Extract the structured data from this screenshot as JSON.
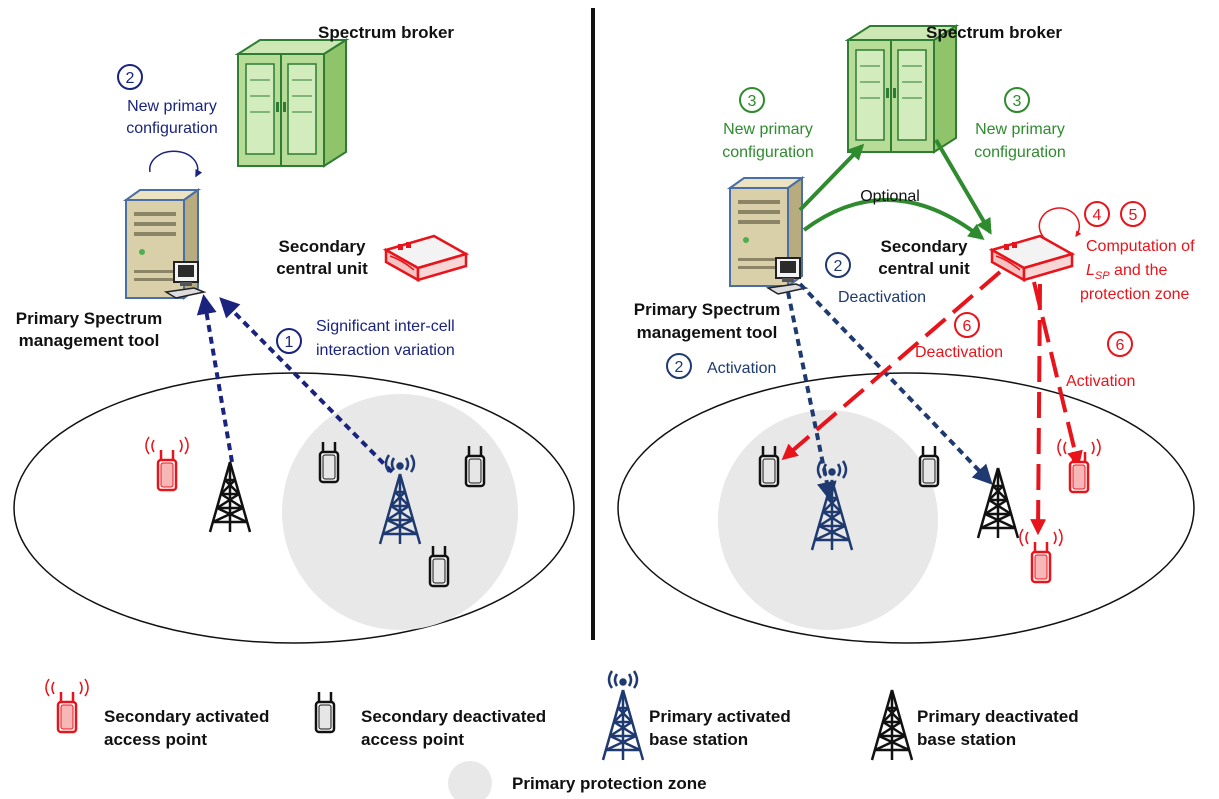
{
  "colors": {
    "navy": "#1a237e",
    "darkblue": "#1f3a70",
    "green": "#2e8b2e",
    "red": "#e8141b",
    "black": "#111111",
    "zone": "#e8e8e8"
  },
  "left": {
    "broker_label": "Spectrum broker",
    "step2_num": "2",
    "step2_line1": "New primary",
    "step2_line2": "configuration",
    "secondary_unit_line1": "Secondary",
    "secondary_unit_line2": "central unit",
    "pst_line1": "Primary Spectrum",
    "pst_line2": "management tool",
    "step1_num": "1",
    "step1_line1": "Significant inter-cell",
    "step1_line2": "interaction variation"
  },
  "right": {
    "broker_label": "Spectrum broker",
    "step3a_num": "3",
    "step3a_line1": "New primary",
    "step3a_line2": "configuration",
    "step3b_num": "3",
    "step3b_line1": "New primary",
    "step3b_line2": "configuration",
    "optional_label": "Optional",
    "secondary_unit_line1": "Secondary",
    "secondary_unit_line2": "central unit",
    "step4_num": "4",
    "step5_num": "5",
    "computation_line1": "Computation of",
    "computation_lsp": "L",
    "computation_lsp_sub": "SP",
    "computation_line2_rest": " and the",
    "computation_line3": "protection zone",
    "step2a_num": "2",
    "step2a_label": "Deactivation",
    "pst_line1": "Primary Spectrum",
    "pst_line2": "management tool",
    "step2b_num": "2",
    "step2b_label": "Activation",
    "step6a_num": "6",
    "step6a_label": "Deactivation",
    "step6b_num": "6",
    "step6b_label": "Activation"
  },
  "legend": {
    "sec_activated_line1": "Secondary activated",
    "sec_activated_line2": "access point",
    "sec_deactivated_line1": "Secondary deactivated",
    "sec_deactivated_line2": "access point",
    "prim_activated_line1": "Primary activated",
    "prim_activated_line2": "base station",
    "prim_deactivated_line1": "Primary deactivated",
    "prim_deactivated_line2": "base station",
    "protection_zone": "Primary protection zone"
  }
}
